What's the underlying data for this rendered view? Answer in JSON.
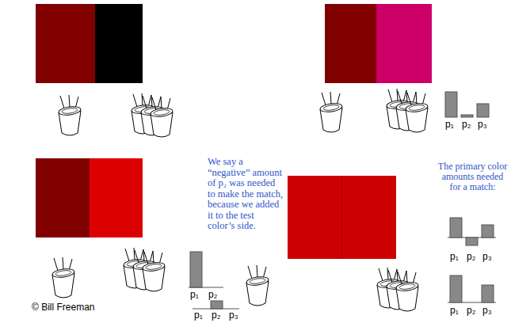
{
  "diagram": {
    "labels": [
      "p₁",
      "p₂",
      "p₃",
      "We say a “negative” amount of p₂ was needed to make the match, because we added it to the test color’s side.",
      "The primary color amounts needed for a match:",
      "p₁",
      "p₂",
      "p₁",
      "p₂",
      "p₃",
      "p₁",
      "p₂",
      "p₃",
      "© Bill Freeman",
      "p₁",
      "p₂",
      "p₃"
    ]
  }
}
